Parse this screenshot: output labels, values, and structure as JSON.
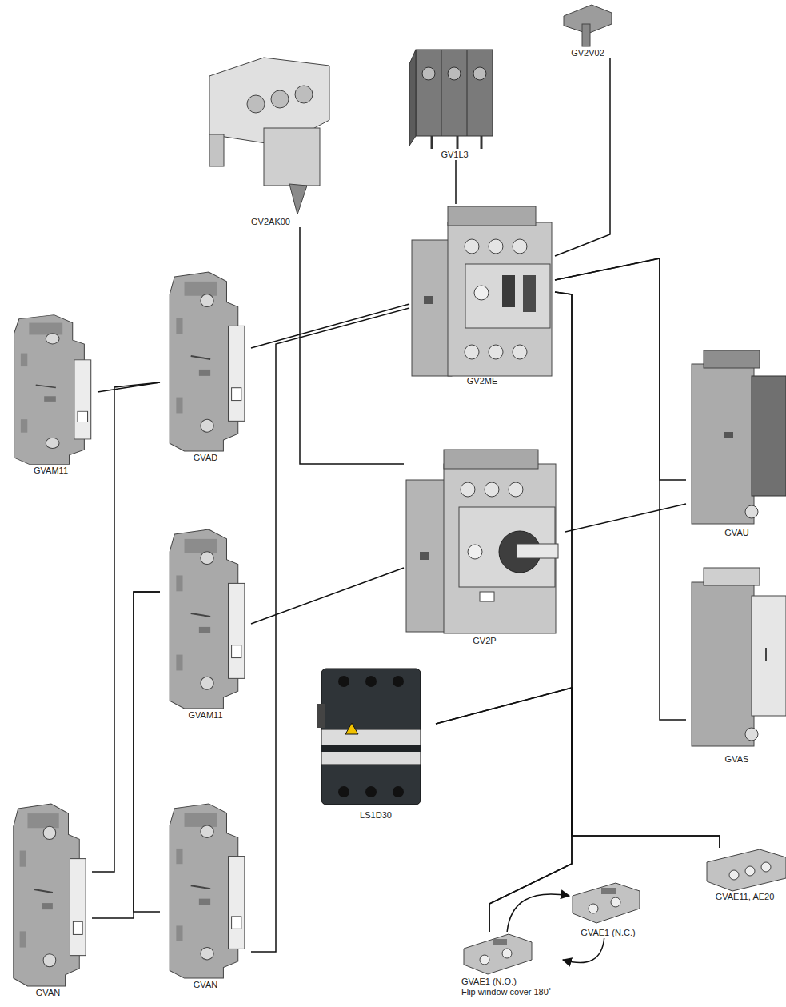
{
  "diagram": {
    "nodes": [
      {
        "text": [
          "GV2V02"
        ]
      },
      {
        "text": [
          "GV1L3"
        ]
      },
      {
        "text": [
          "GV2AK00"
        ]
      },
      {
        "text": [
          "GVAM11"
        ]
      },
      {
        "text": [
          "GVAD"
        ]
      },
      {
        "text": [
          "GV2ME"
        ]
      },
      {
        "text": [
          "GVAU"
        ]
      },
      {
        "text": [
          "GV2P"
        ]
      },
      {
        "text": [
          "GVAM11"
        ]
      },
      {
        "text": [
          "GVAS"
        ]
      },
      {
        "text": [
          "LS1D30"
        ]
      },
      {
        "text": [
          "GVAN"
        ]
      },
      {
        "text": [
          "GVAN"
        ]
      },
      {
        "text": [
          "GVAE11, AE20"
        ]
      },
      {
        "text": [
          "GVAE1 (N.O.)",
          "Flip window cover 180˚"
        ]
      },
      {
        "text": [
          "GVAE1 (N.C.)"
        ]
      }
    ],
    "edges": [
      {
        "from": 0,
        "to": 5,
        "arrow": "none"
      },
      {
        "from": 1,
        "to": 5,
        "arrow": "none"
      },
      {
        "from": 2,
        "to": 7,
        "arrow": "none"
      },
      {
        "from": 4,
        "to": 5,
        "arrow": "none"
      },
      {
        "from": 4,
        "to": 3,
        "arrow": "none"
      },
      {
        "from": 4,
        "to": 11,
        "arrow": "none"
      },
      {
        "from": 12,
        "to": 5,
        "arrow": "none"
      },
      {
        "from": 7,
        "to": 8,
        "arrow": "none"
      },
      {
        "from": 8,
        "to": 11,
        "arrow": "none"
      },
      {
        "from": 8,
        "to": 12,
        "arrow": "none"
      },
      {
        "from": 5,
        "to": 6,
        "arrow": "none"
      },
      {
        "from": 5,
        "to": 9,
        "arrow": "none"
      },
      {
        "from": 7,
        "to": 6,
        "arrow": "none"
      },
      {
        "from": 5,
        "to": 13,
        "arrow": "none"
      },
      {
        "from": 5,
        "to": 14,
        "arrow": "none"
      },
      {
        "from": 10,
        "to": 13,
        "arrow": "none"
      },
      {
        "from": 10,
        "to": 14,
        "arrow": "none"
      },
      {
        "from": 14,
        "to": 15,
        "arrow": "both"
      }
    ]
  }
}
